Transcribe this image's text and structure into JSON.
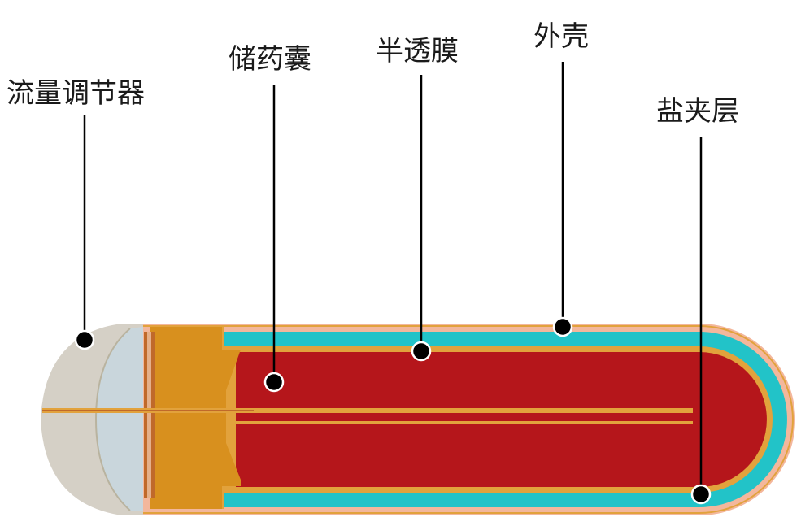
{
  "labels": {
    "flow_regulator": "流量调节器",
    "drug_reservoir": "储药囊",
    "semipermeable_membrane": "半透膜",
    "outer_shell": "外壳",
    "salt_layer": "盐夹层"
  },
  "colors": {
    "outer_shell": "#f3b79c",
    "salt_layer": "#22c3c8",
    "membrane": "#e2a23c",
    "drug": "#b5161b",
    "plug": "#d8901e",
    "cap": "#d5d0c6",
    "cap_inner": "#c9d6dc",
    "rod": "#c0692a",
    "leader": "#000000"
  }
}
